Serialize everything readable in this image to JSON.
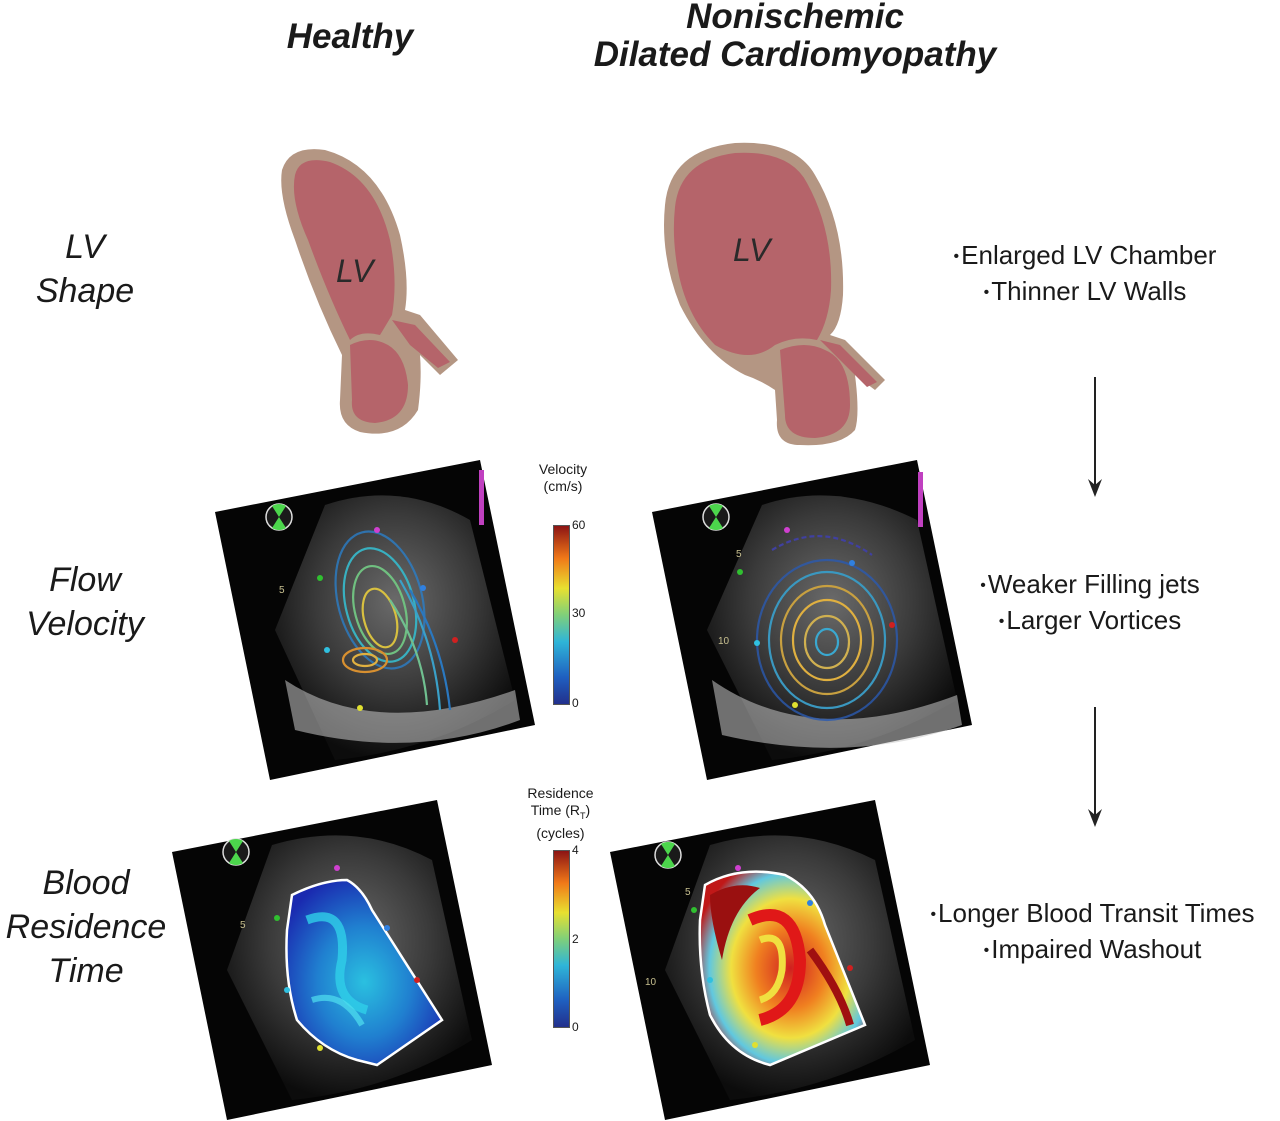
{
  "columns": {
    "healthy": "Healthy",
    "disease_line1": "Nonischemic",
    "disease_line2": "Dilated Cardiomyopathy"
  },
  "rows": {
    "shape_l1": "LV",
    "shape_l2": "Shape",
    "flow_l1": "Flow",
    "flow_l2": "Velocity",
    "rt_l1": "Blood",
    "rt_l2": "Residence",
    "rt_l3": "Time"
  },
  "heart_label": "LV",
  "findings": {
    "shape": [
      "Enlarged LV Chamber",
      "Thinner LV Walls"
    ],
    "flow": [
      "Weaker Filling jets",
      "Larger Vortices"
    ],
    "rt": [
      "Longer Blood Transit Times",
      "Impaired Washout"
    ]
  },
  "colorbars": {
    "velocity": {
      "title_l1": "Velocity",
      "title_l2": "(cm/s)",
      "ticks": [
        "60",
        "30",
        "0"
      ]
    },
    "residence": {
      "title_l1": "Residence",
      "title_l2": "Time (R",
      "title_sub": "T",
      "title_close": ")",
      "title_l3": "(cycles)",
      "ticks": [
        "4",
        "2",
        "0"
      ]
    }
  },
  "echo_marks": {
    "depth5": "5",
    "depth10": "10"
  },
  "colors": {
    "myocardium": "#b49683",
    "chamber": "#b5646a",
    "echo_bg": "#050505"
  }
}
